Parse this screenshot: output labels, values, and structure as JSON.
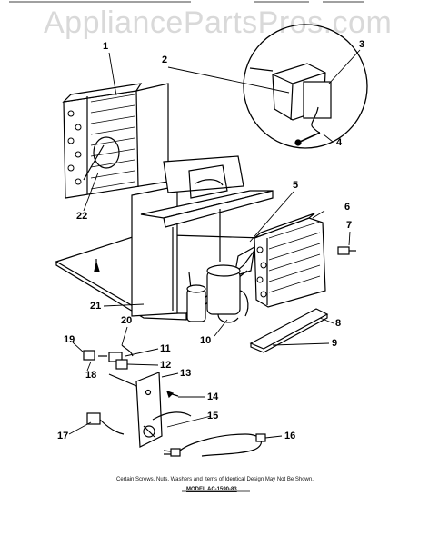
{
  "watermark": "AppliancePartsPros.com",
  "callouts": [
    "1",
    "2",
    "3",
    "4",
    "5",
    "6",
    "7",
    "8",
    "9",
    "10",
    "11",
    "12",
    "13",
    "14",
    "15",
    "16",
    "17",
    "18",
    "19",
    "20",
    "21",
    "22"
  ],
  "footnote": "Certain Screws, Nuts, Washers and Items of Identical Design May Not Be Shown.",
  "model": "MODEL AC-1590-83"
}
